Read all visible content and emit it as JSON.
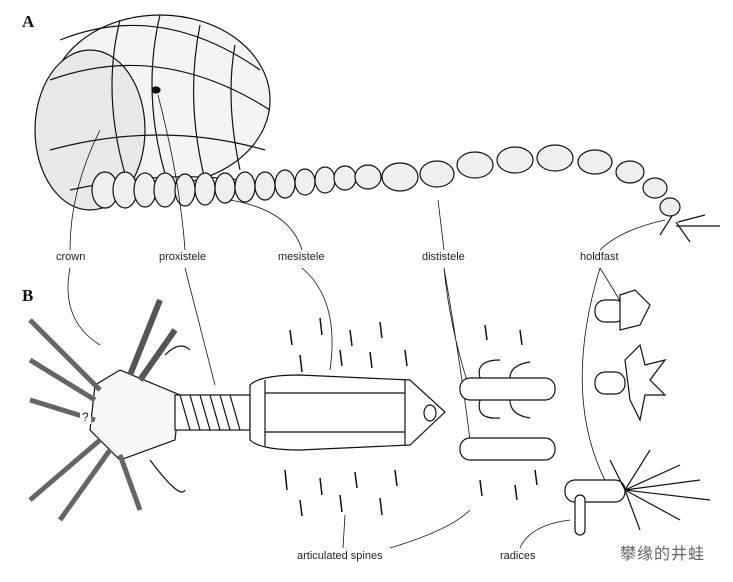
{
  "panels": {
    "a": "A",
    "b": "B"
  },
  "labels": {
    "crown": "crown",
    "proxistele": "proxistele",
    "mesistele": "mesistele",
    "dististele": "dististele",
    "holdfast": "holdfast",
    "articulated_spines": "articulated spines",
    "radices": "radices",
    "question": "?"
  },
  "watermark": "攀缘的井蛙"
}
